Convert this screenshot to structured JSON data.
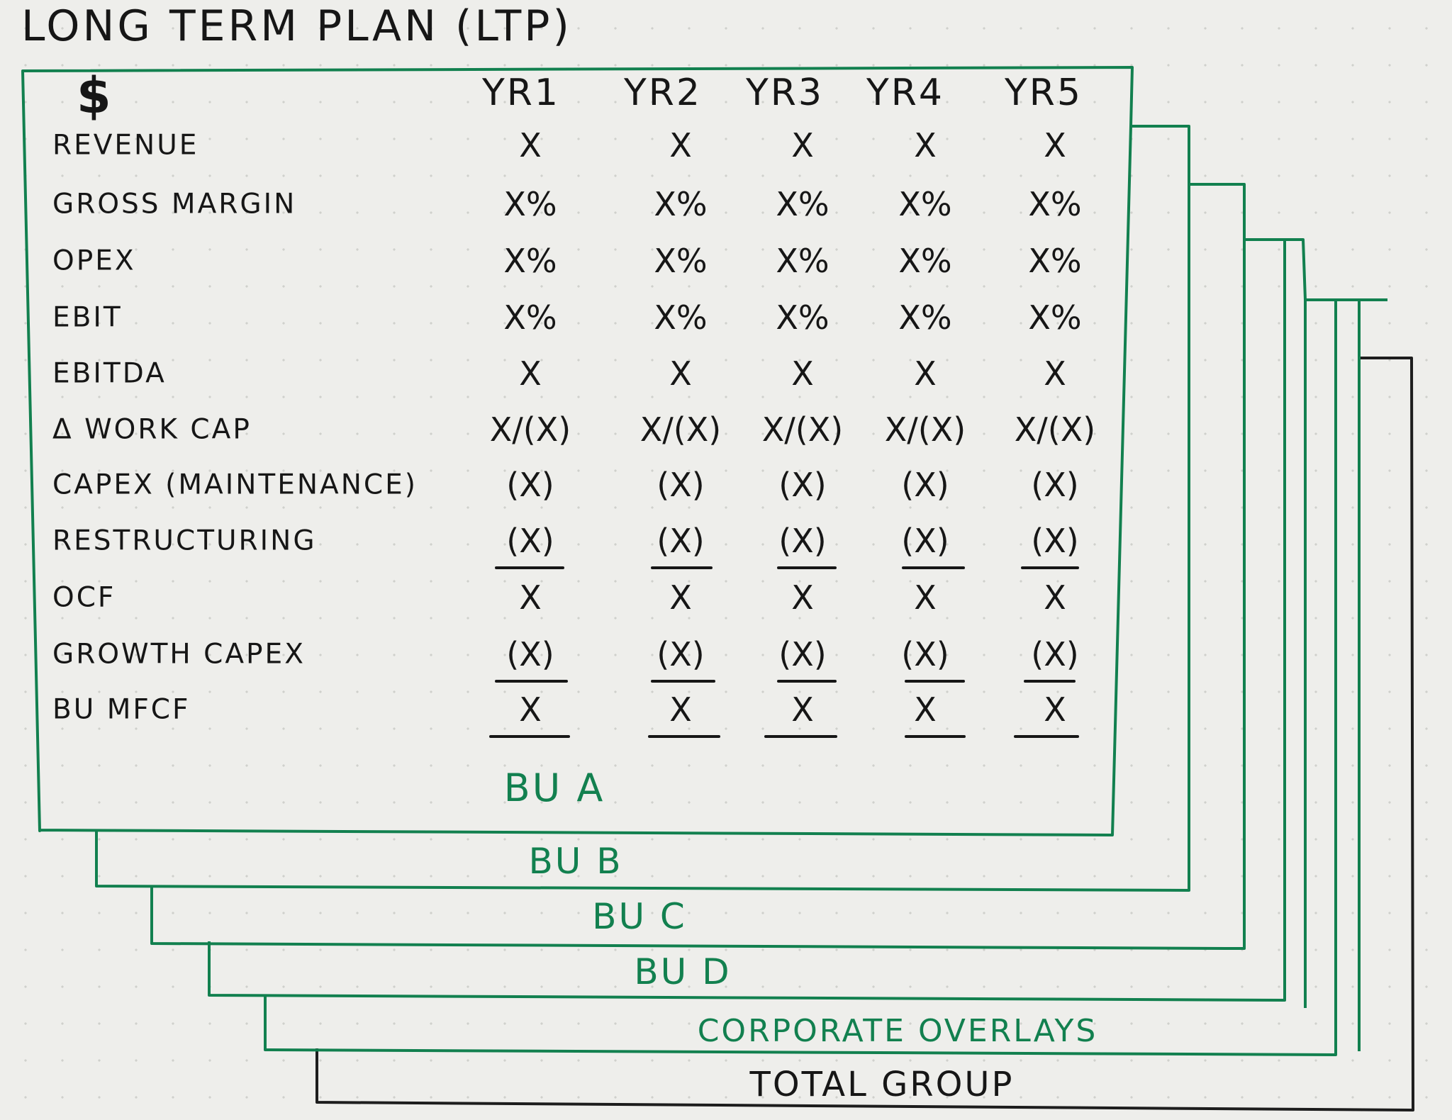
{
  "title": "LONG TERM PLAN (LTP)",
  "currency_symbol": "$",
  "columns": [
    "YR1",
    "YR2",
    "YR3",
    "YR4",
    "YR5"
  ],
  "rows": [
    {
      "label": "REVENUE",
      "values": [
        "X",
        "X",
        "X",
        "X",
        "X"
      ]
    },
    {
      "label": "GROSS MARGIN",
      "values": [
        "X%",
        "X%",
        "X%",
        "X%",
        "X%"
      ]
    },
    {
      "label": "OPEX",
      "values": [
        "X%",
        "X%",
        "X%",
        "X%",
        "X%"
      ]
    },
    {
      "label": "EBIT",
      "values": [
        "X%",
        "X%",
        "X%",
        "X%",
        "X%"
      ]
    },
    {
      "label": "EBITDA",
      "values": [
        "X",
        "X",
        "X",
        "X",
        "X"
      ]
    },
    {
      "label": "Δ WORK CAP",
      "values": [
        "X/(X)",
        "X/(X)",
        "X/(X)",
        "X/(X)",
        "X/(X)"
      ]
    },
    {
      "label": "CAPEX (MAINTENANCE)",
      "values": [
        "(X)",
        "(X)",
        "(X)",
        "(X)",
        "(X)"
      ]
    },
    {
      "label": "RESTRUCTURING",
      "values": [
        "(X)",
        "(X)",
        "(X)",
        "(X)",
        "(X)"
      ]
    },
    {
      "label": "OCF",
      "values": [
        "X",
        "X",
        "X",
        "X",
        "X"
      ]
    },
    {
      "label": "GROWTH CAPEX",
      "values": [
        "(X)",
        "(X)",
        "(X)",
        "(X)",
        "(X)"
      ]
    },
    {
      "label": "BU MFCF",
      "values": [
        "X",
        "X",
        "X",
        "X",
        "X"
      ]
    }
  ],
  "stack_labels": [
    "BU A",
    "BU B",
    "BU C",
    "BU D",
    "CORPORATE OVERLAYS",
    "TOTAL GROUP"
  ],
  "colors": {
    "sheet_border": "#12804f",
    "total_border": "#161616",
    "ink": "#161616",
    "paper": "#eeeeeb",
    "dot": "#cfd0cc"
  }
}
